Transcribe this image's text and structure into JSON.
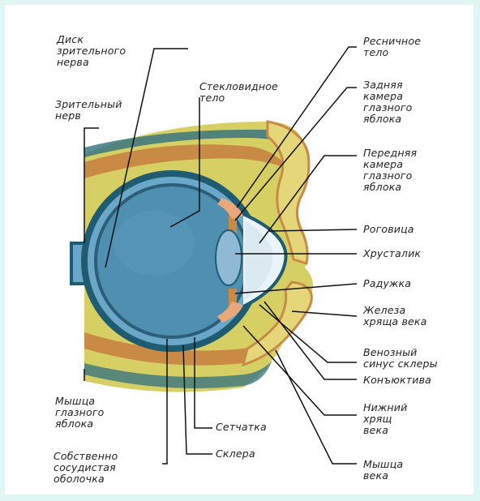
{
  "labels": {
    "optic_disc": "Диск\nзрительного\nнерва",
    "optic_nerve": "Зрительный\nнерв",
    "vitreous": "Стекловидное\nтело",
    "ciliary": "Ресничное\nтело",
    "posterior_chamber": "Задняя\nкамера\nглазного\nяблока",
    "anterior_chamber": "Передняя\nкамера\nглазного\nяблока",
    "cornea": "Роговица",
    "lens": "Хрусталик",
    "iris": "Радужка",
    "tarsal_gland": "Железа\nхряща века",
    "scleral_sinus": "Венозный\nсинус склеры",
    "conjunctiva": "Конъюктива",
    "lower_tarsus": "Нижний\nхрящ\nвека",
    "lid_muscle": "Мышца\nвека",
    "eye_muscle": "Мышца\nглазного\nяблока",
    "choroid": "Собственно\nсосудистая\nоболочка",
    "retina": "Сетчатка",
    "sclera": "Склера"
  },
  "colors": {
    "page_border": "#dff6f4",
    "fat": "#d9d16a",
    "muscle": "#c98a45",
    "sclera": "#1f5c72",
    "choroid": "#6aa7c9",
    "vitreous": "#4f8fb0",
    "lens": "#8fb9d4"
  }
}
